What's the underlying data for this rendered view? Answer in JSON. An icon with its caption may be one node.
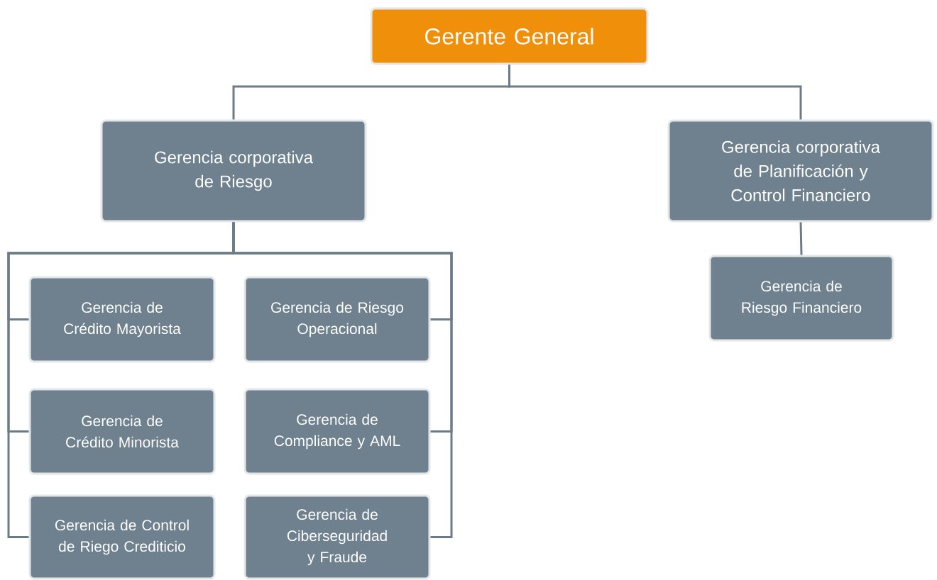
{
  "diagram": {
    "nodes": [
      {
        "text": [
          "Gerente General"
        ]
      },
      {
        "text": [
          "Gerencia corporativa de Riesgo"
        ]
      },
      {
        "text": [
          "Gerencia corporativa de Planificación y Control Financiero"
        ]
      },
      {
        "text": [
          "Gerencia de Crédito Mayorista"
        ]
      },
      {
        "text": [
          "Gerencia de Riesgo Operacional"
        ]
      },
      {
        "text": [
          "Gerencia de Crédito Minorista"
        ]
      },
      {
        "text": [
          "Gerencia de Compliance y AML"
        ]
      },
      {
        "text": [
          "Gerencia de Control de Riego Crediticio"
        ]
      },
      {
        "text": [
          "Gerencia de Ciberseguridad y Fraude"
        ]
      },
      {
        "text": [
          "Gerencia de Riesgo Financiero"
        ]
      }
    ],
    "edges": [
      {
        "from": 0,
        "to": 1,
        "arrow": "none"
      },
      {
        "from": 0,
        "to": 2,
        "arrow": "none"
      },
      {
        "from": 1,
        "to": 3,
        "arrow": "none"
      },
      {
        "from": 1,
        "to": 4,
        "arrow": "none"
      },
      {
        "from": 1,
        "to": 5,
        "arrow": "none"
      },
      {
        "from": 1,
        "to": 6,
        "arrow": "none"
      },
      {
        "from": 1,
        "to": 7,
        "arrow": "none"
      },
      {
        "from": 1,
        "to": 8,
        "arrow": "none"
      },
      {
        "from": 2,
        "to": 9,
        "arrow": "none"
      }
    ]
  }
}
